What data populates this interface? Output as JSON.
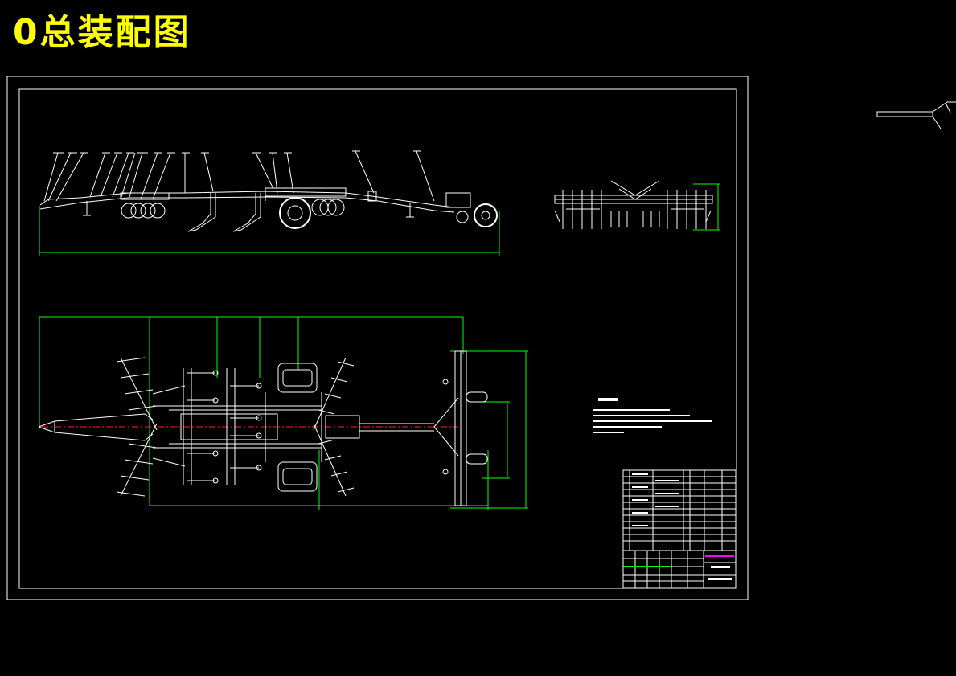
{
  "page": {
    "title": "0总装配图"
  },
  "colors": {
    "background": "#000000",
    "title": "#ffff00",
    "outline": "#ffffff",
    "dimension": "#00ff00",
    "centerline": "#ff2020",
    "title_block_accent": "#ff00ff"
  },
  "drawing": {
    "views": [
      "side-view",
      "front-view",
      "plan-view"
    ],
    "parts_list_rows": 12
  }
}
